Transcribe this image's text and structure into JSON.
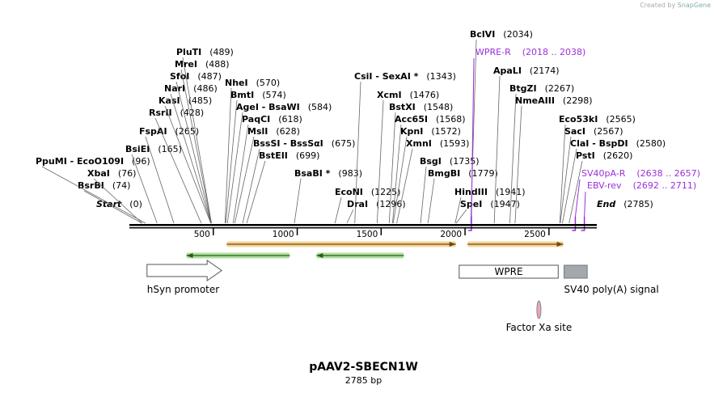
{
  "credit": {
    "prefix": "Created by",
    "brand": "SnapGene"
  },
  "plasmid": {
    "name": "pAAV2-SBECN1W",
    "length_label": "2785 bp",
    "length": 2785
  },
  "sites": [
    {
      "name": "Start",
      "pos": "(0)",
      "bp": 0,
      "italic": true
    },
    {
      "name": "BsrBI",
      "pos": "(74)",
      "bp": 74
    },
    {
      "name": "XbaI",
      "pos": "(76)",
      "bp": 76
    },
    {
      "name": "PpuMI - EcoO109I",
      "pos": "(96)",
      "bp": 96
    },
    {
      "name": "BsiEI",
      "pos": "(165)",
      "bp": 165
    },
    {
      "name": "FspAI",
      "pos": "(265)",
      "bp": 265
    },
    {
      "name": "RsrII",
      "pos": "(428)",
      "bp": 428
    },
    {
      "name": "KasI",
      "pos": "(485)",
      "bp": 485
    },
    {
      "name": "NarI",
      "pos": "(486)",
      "bp": 486
    },
    {
      "name": "SfoI",
      "pos": "(487)",
      "bp": 487
    },
    {
      "name": "MreI",
      "pos": "(488)",
      "bp": 488
    },
    {
      "name": "PluTI",
      "pos": "(489)",
      "bp": 489
    },
    {
      "name": "NheI",
      "pos": "(570)",
      "bp": 570
    },
    {
      "name": "BmtI",
      "pos": "(574)",
      "bp": 574
    },
    {
      "name": "AgeI - BsaWI",
      "pos": "(584)",
      "bp": 584
    },
    {
      "name": "PaqCI",
      "pos": "(618)",
      "bp": 618
    },
    {
      "name": "MslI",
      "pos": "(628)",
      "bp": 628
    },
    {
      "name": "BssSI - BssSαI",
      "pos": "(675)",
      "bp": 675
    },
    {
      "name": "BstEII",
      "pos": "(699)",
      "bp": 699
    },
    {
      "name": "BsaBI *",
      "pos": "(983)",
      "bp": 983
    },
    {
      "name": "EcoNI",
      "pos": "(1225)",
      "bp": 1225
    },
    {
      "name": "DraI",
      "pos": "(1296)",
      "bp": 1296
    },
    {
      "name": "CsiI - SexAI *",
      "pos": "(1343)",
      "bp": 1343
    },
    {
      "name": "XcmI",
      "pos": "(1476)",
      "bp": 1476
    },
    {
      "name": "BstXI",
      "pos": "(1548)",
      "bp": 1548
    },
    {
      "name": "Acc65I",
      "pos": "(1568)",
      "bp": 1568
    },
    {
      "name": "KpnI",
      "pos": "(1572)",
      "bp": 1572
    },
    {
      "name": "XmnI",
      "pos": "(1593)",
      "bp": 1593
    },
    {
      "name": "BsgI",
      "pos": "(1735)",
      "bp": 1735
    },
    {
      "name": "BmgBI",
      "pos": "(1779)",
      "bp": 1779
    },
    {
      "name": "HindIII",
      "pos": "(1941)",
      "bp": 1941
    },
    {
      "name": "SpeI",
      "pos": "(1947)",
      "bp": 1947
    },
    {
      "name": "BclVI",
      "pos": "(2034)",
      "bp": 2034
    },
    {
      "name": "ApaLI",
      "pos": "(2174)",
      "bp": 2174
    },
    {
      "name": "BtgZI",
      "pos": "(2267)",
      "bp": 2267
    },
    {
      "name": "NmeAIII",
      "pos": "(2298)",
      "bp": 2298
    },
    {
      "name": "Eco53kI",
      "pos": "(2565)",
      "bp": 2565
    },
    {
      "name": "SacI",
      "pos": "(2567)",
      "bp": 2567
    },
    {
      "name": "ClaI - BspDI",
      "pos": "(2580)",
      "bp": 2580
    },
    {
      "name": "PstI",
      "pos": "(2620)",
      "bp": 2620
    },
    {
      "name": "End",
      "pos": "(2785)",
      "bp": 2785,
      "italic": true
    }
  ],
  "primers": [
    {
      "name": "WPRE-R",
      "pos": "(2018 .. 2038)",
      "bp": 2038
    },
    {
      "name": "SV40pA-R",
      "pos": "(2638 .. 2657)",
      "bp": 2657
    },
    {
      "name": "EBV-rev",
      "pos": "(2692 .. 2711)",
      "bp": 2711
    }
  ],
  "ruler": {
    "ticks": [
      500,
      1000,
      1500,
      2000,
      2500
    ],
    "labels": [
      "500",
      "1000",
      "1500",
      "2000",
      "2500"
    ]
  },
  "features": [
    {
      "name": "hSyn promoter",
      "start": 105,
      "end": 550,
      "shape": "arrow-right",
      "fill": "#ffffff",
      "stroke": "#555555"
    },
    {
      "name": "WPRE",
      "start": 1965,
      "end": 2555,
      "shape": "box",
      "fill": "#ffffff",
      "stroke": "#555555"
    },
    {
      "name": "SV40 poly(A) signal",
      "start": 2590,
      "end": 2728,
      "shape": "box",
      "fill": "#a4a8ae",
      "stroke": "#777777"
    },
    {
      "name": "Factor Xa site",
      "bp": 2440,
      "shape": "ellipse",
      "fill": "#e6a8b8",
      "stroke": "#888888"
    }
  ],
  "orfs": [
    {
      "start": 580,
      "end": 1945,
      "direction": "forward",
      "color": "#e8a020"
    },
    {
      "start": 2015,
      "end": 2585,
      "direction": "forward",
      "color": "#e8a020"
    },
    {
      "start": 340,
      "end": 955,
      "direction": "reverse",
      "color": "#4ab82a"
    },
    {
      "start": 1115,
      "end": 1635,
      "direction": "reverse",
      "color": "#4ab82a"
    }
  ],
  "colors": {
    "primer": "#9b30d8",
    "backbone": "#000000"
  }
}
